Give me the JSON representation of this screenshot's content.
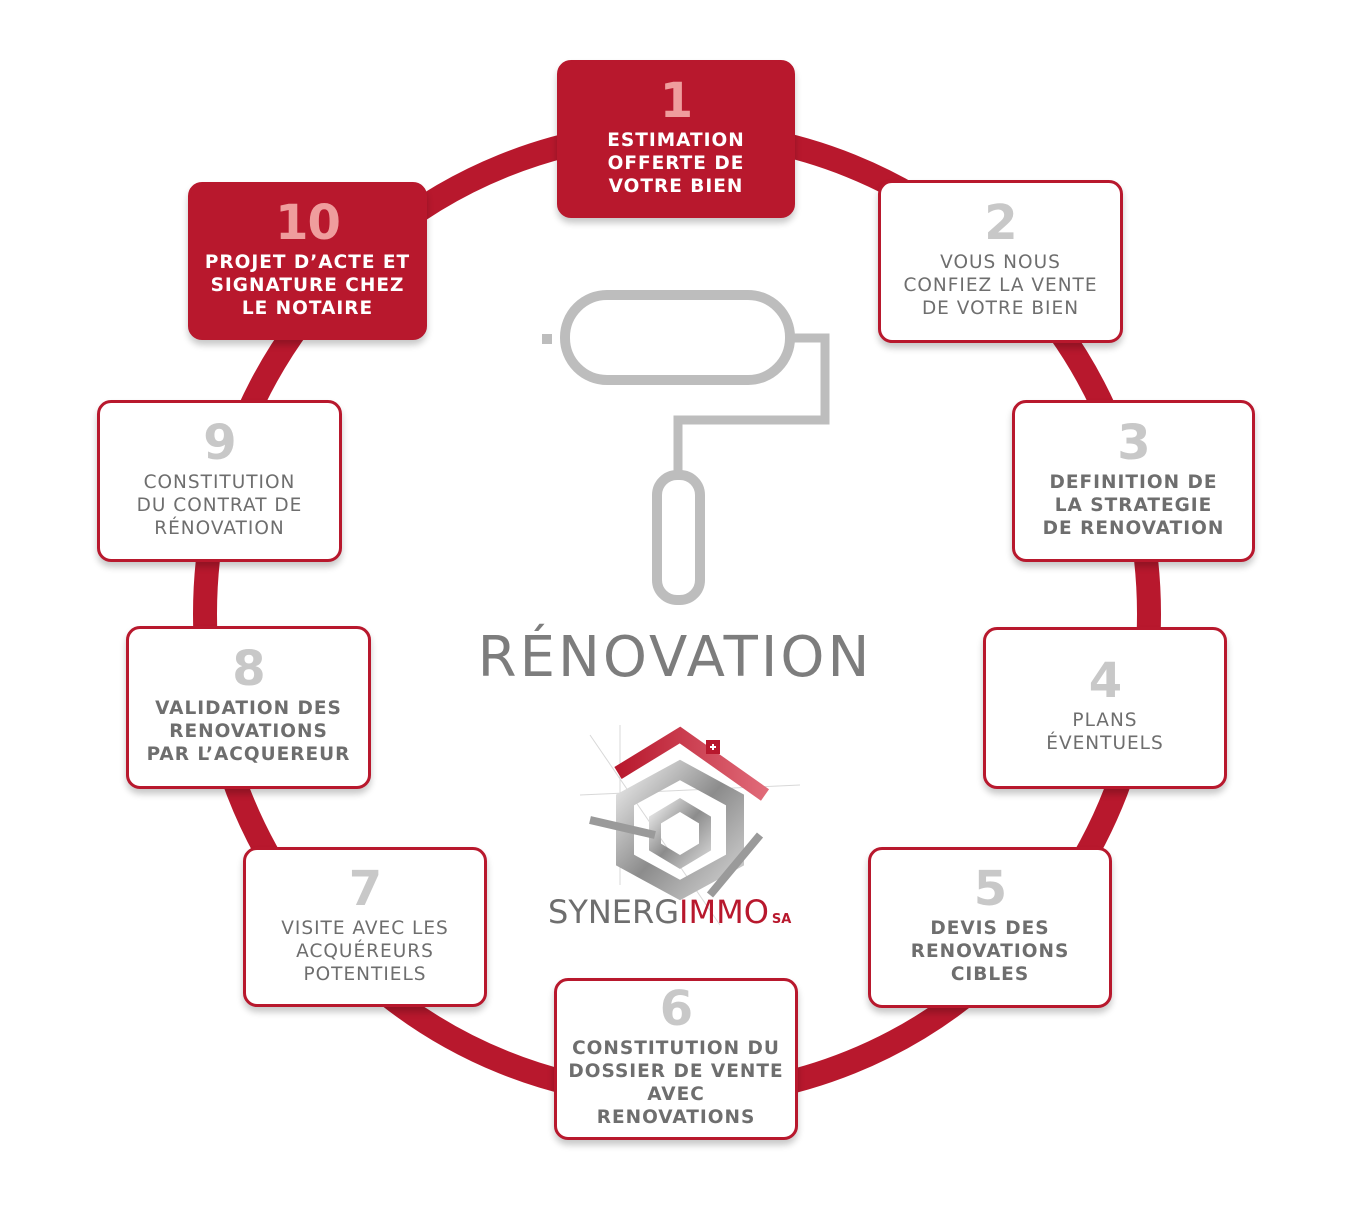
{
  "center_title": "RÉNOVATION",
  "brand": {
    "name_part1": "SYNERG",
    "name_part2": "IMMO",
    "suffix": "SA"
  },
  "colors": {
    "accent": "#b8182d",
    "number_grey": "#c8c8c8",
    "text_grey": "#6e6e6e",
    "title_grey": "#7d7d7d"
  },
  "steps": [
    {
      "number": "1",
      "label": "ESTIMATION\nOFFERTE DE\nVOTRE BIEN",
      "filled": true
    },
    {
      "number": "2",
      "label": "VOUS NOUS\nCONFIEZ LA VENTE\nDE VOTRE BIEN",
      "filled": false
    },
    {
      "number": "3",
      "label": "DEFINITION DE\nLA STRATEGIE\nDE RENOVATION",
      "filled": false
    },
    {
      "number": "4",
      "label": "PLANS\nÉVENTUELS",
      "filled": false
    },
    {
      "number": "5",
      "label": "DEVIS DES\nRENOVATIONS\nCIBLES",
      "filled": false
    },
    {
      "number": "6",
      "label": "CONSTITUTION DU\nDOSSIER DE VENTE\nAVEC RENOVATIONS",
      "filled": false
    },
    {
      "number": "7",
      "label": "VISITE AVEC LES\nACQUÉREURS\nPOTENTIELS",
      "filled": false
    },
    {
      "number": "8",
      "label": "VALIDATION DES\nRENOVATIONS\nPAR L’ACQUEREUR",
      "filled": false
    },
    {
      "number": "9",
      "label": "CONSTITUTION\nDU CONTRAT DE\nRÉNOVATION",
      "filled": false
    },
    {
      "number": "10",
      "label": "PROJET D’ACTE ET\nSIGNATURE CHEZ\nLE NOTAIRE",
      "filled": true
    }
  ]
}
